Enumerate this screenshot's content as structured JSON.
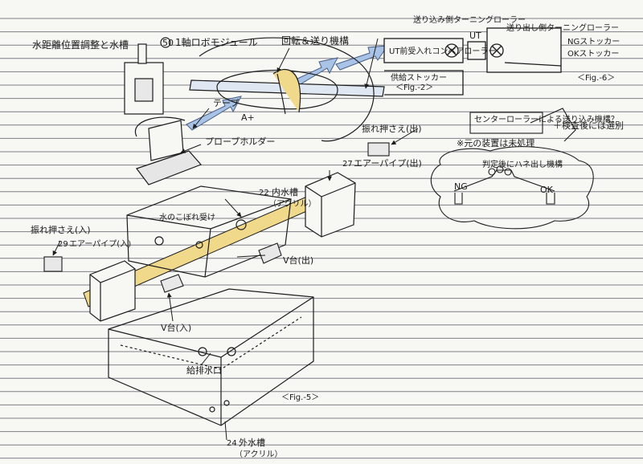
{
  "labels": {
    "water_label": "水距離位置調整と水槽",
    "module_num": "50",
    "module_label": "1軸ロボモジュール",
    "rotation_label": "回転＆送り機構",
    "tape_label": "テープ",
    "a_plus": "A+",
    "probe_holder": "プローブホルダー",
    "feed_turning_roller": "送り込み側ターニングローラー",
    "pre_ut_conveyor": "UT前受入れコンベアローラー",
    "ut": "UT",
    "out_turning_roller": "送り出し側ターニングローラー",
    "ng_stocker": "NGストッカー",
    "ok_stocker": "OKストッカー",
    "fig6": "＜Fig.-6＞",
    "supply_stocker": "供給ストッカー",
    "fig2": "＜Fig.-2＞",
    "roller_note": "センターローラーによる送り込み機構？",
    "after_inspect": "＋検査後には選別",
    "note_xx": "※元の装置は未処理",
    "sorting_label": "判定後にハネ出し機構",
    "ng": "NG",
    "ok": "OK",
    "air_pipe_out": "エアーパイプ(出)",
    "air_pipe_out_num": "27",
    "vib_out": "振れ押さえ(出)",
    "inner_tank_num": "22",
    "inner_tank": "内水槽",
    "inner_tank_sub": "（アクリル）",
    "water_tray": "水のこぼれ受け",
    "vib_in": "振れ押さえ(入)",
    "air_pipe_in_num": "29",
    "air_pipe_in": "エアーパイプ(入)",
    "v_out": "V台(出)",
    "v_in": "V台(入)",
    "drain": "給排水口",
    "fig5": "＜Fig.-5＞",
    "outer_tank_num": "24",
    "outer_tank": "外水槽",
    "outer_tank_sub": "（アクリル）"
  },
  "colors": {
    "blue_arrow": "#a9c3e6",
    "yellow_tube": "#f1d98c",
    "ink": "#1c1c1c",
    "ruled_line": "#7c7f86"
  }
}
